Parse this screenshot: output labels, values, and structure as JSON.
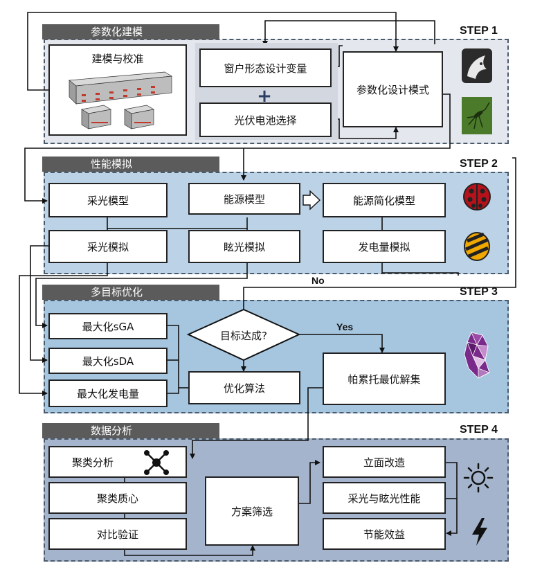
{
  "steps": {
    "s1": {
      "tab": "参数化建模",
      "label": "STEP 1"
    },
    "s2": {
      "tab": "性能模拟",
      "label": "STEP 2"
    },
    "s3": {
      "tab": "多目标优化",
      "label": "STEP 3"
    },
    "s4": {
      "tab": "数据分析",
      "label": "STEP 4"
    }
  },
  "step1": {
    "modeling": "建模与校准",
    "window_vars": "窗户形态设计变量",
    "plus": "+",
    "pv_select": "光伏电池选择",
    "param_mode": "参数化设计模式"
  },
  "step2": {
    "daylight_model": "采光模型",
    "energy_model": "能源模型",
    "energy_simplified": "能源简化模型",
    "daylight_sim": "采光模拟",
    "glare_sim": "眩光模拟",
    "power_sim": "发电量模拟"
  },
  "step3": {
    "max_sga": "最大化sGA",
    "max_sda": "最大化sDA",
    "max_power": "最大化发电量",
    "goal": "目标达成?",
    "yes": "Yes",
    "no": "No",
    "algorithm": "优化算法",
    "pareto": "帕累托最优解集"
  },
  "step4": {
    "cluster": "聚类分析",
    "centroid": "聚类质心",
    "compare": "对比验证",
    "screening": "方案筛选",
    "facade": "立面改造",
    "daylight_glare": "采光与眩光性能",
    "energy_benefit": "节能效益"
  },
  "icons": {
    "rhino": "rhino-icon",
    "grasshopper": "grasshopper-icon",
    "ladybug": "ladybug-icon",
    "honeybee": "honeybee-icon",
    "wallacei": "wallacei-icon",
    "network": "network-icon",
    "sun": "sun-icon",
    "bolt": "lightning-icon"
  },
  "colors": {
    "panel1": "#e4e8ee",
    "panel2": "#bcd2e6",
    "panel3": "#a6c6e0",
    "panel4": "#a4b4cc"
  }
}
